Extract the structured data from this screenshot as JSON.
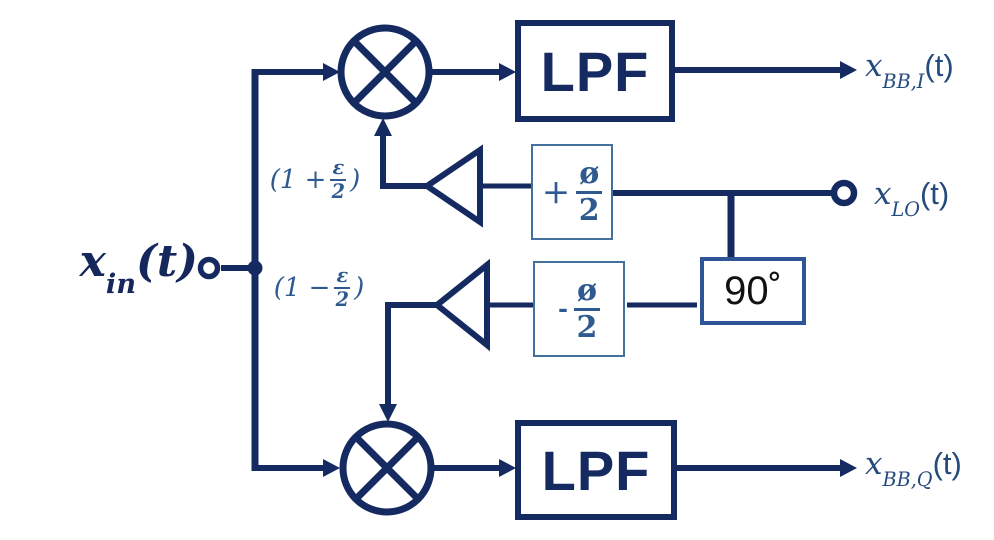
{
  "diagram": {
    "title_semantic": "IQ receiver with gain and phase imbalance",
    "input_label": {
      "base": "x",
      "sub": "in",
      "suffix": "(t)"
    },
    "output_i": {
      "base": "x",
      "sub": "BB,I",
      "suffix": "(t)"
    },
    "output_q": {
      "base": "x",
      "sub": "BB,Q",
      "suffix": "(t)"
    },
    "lo_label": {
      "base": "x",
      "sub": "LO",
      "suffix": "(t)"
    },
    "lpf_top": "LPF",
    "lpf_bottom": "LPF",
    "gain_top": {
      "prefix": "(1 +",
      "numerator": "ε",
      "denominator": "2",
      "suffix": ")"
    },
    "gain_bottom": {
      "prefix": "(1 −",
      "numerator": "ε",
      "denominator": "2",
      "suffix": ")"
    },
    "phase_top": {
      "sign": "+",
      "numerator": "ø",
      "denominator": "2"
    },
    "phase_bottom": {
      "sign": "-",
      "numerator": "ø",
      "denominator": "2"
    },
    "phase_shifter_label": "90˚",
    "colors": {
      "wire": "#152a61",
      "math_label": "#2e5a8f",
      "io_label": "#254a7d",
      "input_label": "#16275c",
      "thin_box_border": "#41719c",
      "degree_box_border": "#2f5597",
      "degree_text": "#111111"
    }
  }
}
